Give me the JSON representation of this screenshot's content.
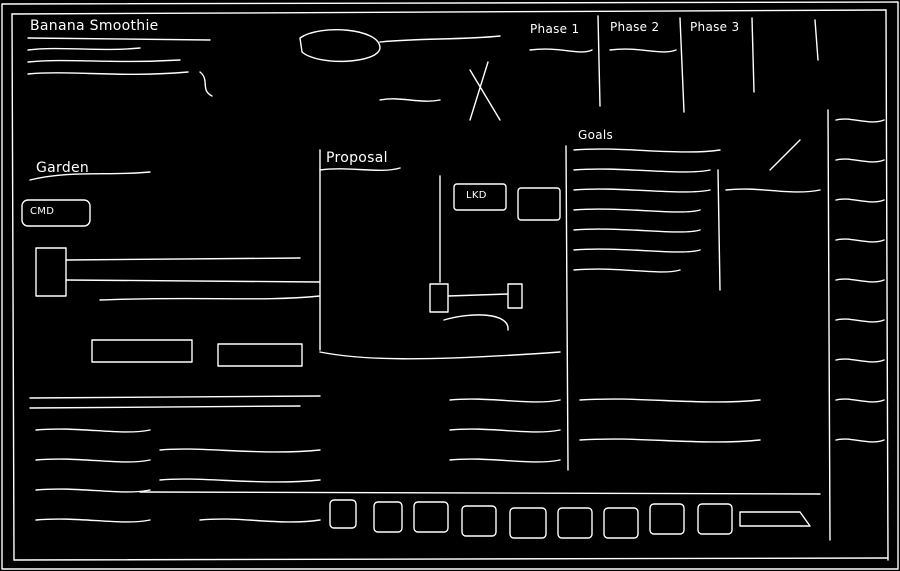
{
  "board": {
    "title": "",
    "labels": {
      "top_left_heading": "Banana Smoothie",
      "phase_1": "Phase 1",
      "phase_2": "Phase 2",
      "phase_3": "Phase 3",
      "left_heading": "Garden",
      "center_heading": "Proposal",
      "right_heading": "Goals",
      "left_box": "CMD",
      "center_box": "LKD"
    },
    "colors": {
      "background": "#000000",
      "ink": "#ffffff"
    }
  }
}
